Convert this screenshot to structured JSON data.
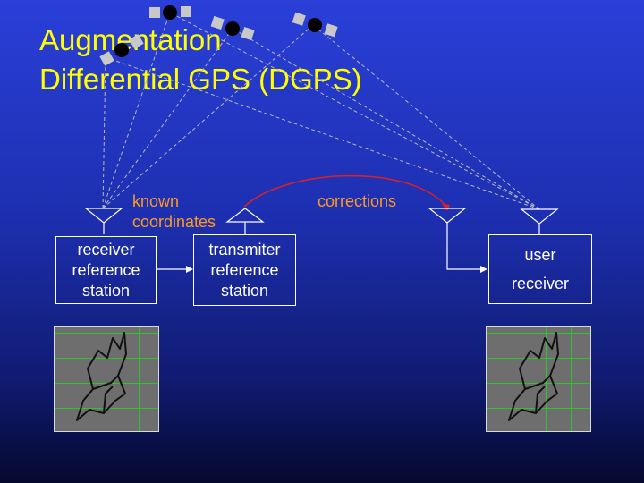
{
  "title": {
    "line1": "Augmentation",
    "line2": "Differential GPS (DGPS)"
  },
  "labels": {
    "known_line1": "known",
    "known_line2": "coordinates",
    "corrections": "corrections"
  },
  "receiver_station": {
    "line1": "receiver",
    "line2": "reference",
    "line3": "station"
  },
  "transmitter_station": {
    "line1": "transmiter",
    "line2": "reference",
    "line3": "station"
  },
  "user_receiver": {
    "line1": "user",
    "line2": "receiver"
  },
  "colors": {
    "title": "#ffff00",
    "label": "#ff9a1e",
    "corrections_arc": "#e02020",
    "signal_lines": "#b8b8b8",
    "antenna": "#ffffff",
    "map_grid": "#2fc42f"
  }
}
